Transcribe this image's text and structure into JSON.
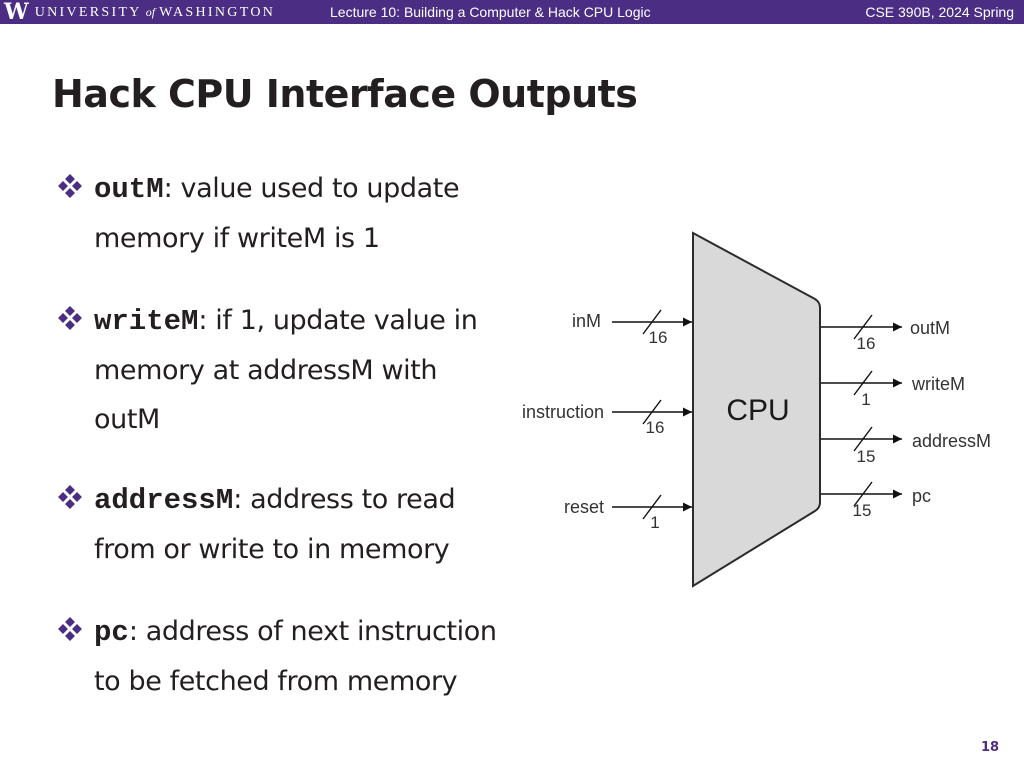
{
  "header": {
    "logo_w": "W",
    "university_part1": "UNIVERSITY",
    "university_of": "of",
    "university_part2": "WASHINGTON",
    "lecture_title": "Lecture 10: Building a Computer & Hack CPU Logic",
    "course_title": "CSE 390B, 2024 Spring"
  },
  "slide": {
    "title": "Hack CPU Interface Outputs",
    "page_number": "18"
  },
  "bullets": [
    {
      "term": "outM",
      "description_line1": ": value used to update",
      "description_line2": "memory if writeM is 1"
    },
    {
      "term": "writeM",
      "description_line1": ": if 1, update value in",
      "description_line2": "memory at addressM with",
      "description_line3": "outM"
    },
    {
      "term": "addressM",
      "description_line1": ": address to read",
      "description_line2": "from or write to in memory"
    },
    {
      "term": "pc",
      "description_line1": ": address of next instruction",
      "description_line2": "to be fetched from memory"
    }
  ],
  "colors": {
    "header_purple": "#4b2e83",
    "bullet_icon_purple": "#4b2e83",
    "cpu_fill": "#d9d9d9",
    "text_dark": "#231f20"
  },
  "diagram": {
    "cpu_label": "CPU",
    "inputs": [
      {
        "name": "inM",
        "width": "16"
      },
      {
        "name": "instruction",
        "width": "16"
      },
      {
        "name": "reset",
        "width": "1"
      }
    ],
    "outputs": [
      {
        "name": "outM",
        "width": "16"
      },
      {
        "name": "writeM",
        "width": "1"
      },
      {
        "name": "addressM",
        "width": "15"
      },
      {
        "name": "pc",
        "width": "15"
      }
    ]
  }
}
